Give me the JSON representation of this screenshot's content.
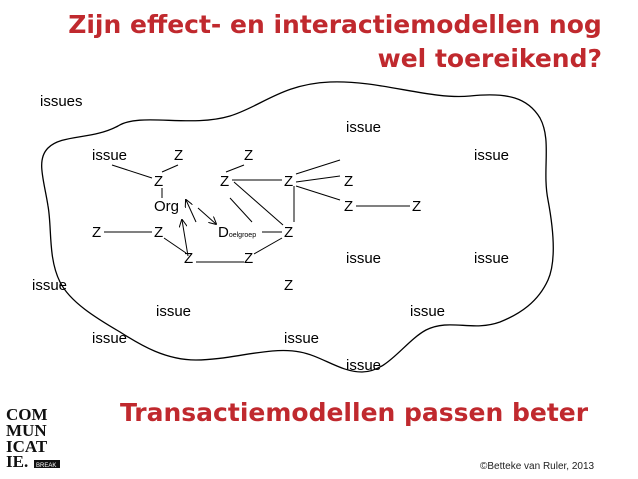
{
  "title": {
    "line1": "Zijn effect- en interactiemodellen nog",
    "line2": "wel toereikend?"
  },
  "issues_label": "issues",
  "nodes": {
    "issue": "issue",
    "z": "Z",
    "org": "Org",
    "d": "D",
    "d_sub": "oelgroep"
  },
  "bottom_title": "Transactiemodellen passen beter",
  "credit": "©Betteke van Ruler, 2013",
  "logo": {
    "lines": [
      "COM",
      "MUN",
      "ICAT",
      "IE."
    ],
    "tag": "BREAK"
  },
  "colors": {
    "title": "#c0292e",
    "text": "#000000"
  }
}
